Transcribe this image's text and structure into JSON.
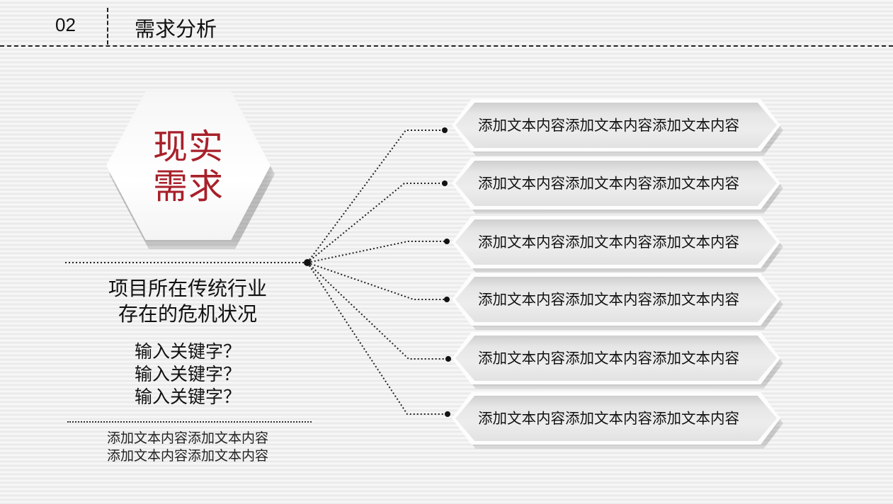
{
  "header": {
    "section_number": "02",
    "section_title": "需求分析"
  },
  "hexagon": {
    "line1": "现实",
    "line2": "需求",
    "text_color": "#a8202a"
  },
  "left_panel": {
    "main_line1": "项目所在传统行业",
    "main_line2": "存在的危机状况",
    "keywords": [
      "输入关键字？",
      "输入关键字？",
      "输入关键字？"
    ],
    "sub_line1": "添加文本内容添加文本内容",
    "sub_line2": "添加文本内容添加文本内容"
  },
  "banners": [
    {
      "label": "添加文本内容添加文本内容添加文本内容"
    },
    {
      "label": "添加文本内容添加文本内容添加文本内容"
    },
    {
      "label": "添加文本内容添加文本内容添加文本内容"
    },
    {
      "label": "添加文本内容添加文本内容添加文本内容"
    },
    {
      "label": "添加文本内容添加文本内容添加文本内容"
    },
    {
      "label": "添加文本内容添加文本内容添加文本内容"
    }
  ]
}
